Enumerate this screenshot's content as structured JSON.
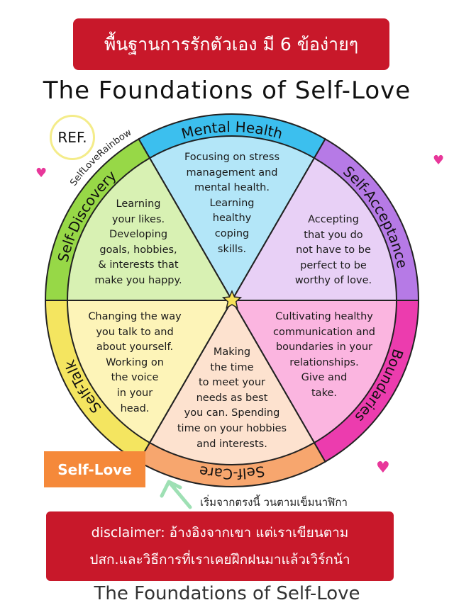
{
  "banner": "พื้นฐานการรักตัวเอง มี 6 ข้อง่ายๆ",
  "title": "The Foundations of Self-Love",
  "ref_label": "REF.",
  "credit": "SelfLoveRainbow",
  "segments": [
    {
      "name": "Mental Health",
      "text": "Focusing on stress\nmanagement and\nmental health.\nLearning\nhealthy\ncoping\nskills.",
      "inner": "#b3e6f8",
      "ring": "#3cbfee"
    },
    {
      "name": "Self-Acceptance",
      "text": "Accepting\nthat you do\nnot have to be\nperfect to be\nworthy of love.",
      "inner": "#e8d0f6",
      "ring": "#b67ae6"
    },
    {
      "name": "Boundaries",
      "text": "Cultivating healthy\ncommunication and\nboundaries in your\nrelationships.\nGive and\ntake.",
      "inner": "#fbb5e0",
      "ring": "#ec3cae"
    },
    {
      "name": "Self-Care",
      "text": "Making\nthe time\nto meet your\nneeds as best\nyou can. Spending\ntime on your hobbies\nand interests.",
      "inner": "#fde2cf",
      "ring": "#f7a66e"
    },
    {
      "name": "Self-Talk",
      "text": "Changing the way\nyou talk to and\nabout yourself.\nWorking on\nthe voice\nin your\nhead.",
      "inner": "#fdf4b8",
      "ring": "#f4e560"
    },
    {
      "name": "Self-Discovery",
      "text": "Learning\nyour likes.\nDeveloping\ngoals, hobbies,\n& interests that\nmake you happy.",
      "inner": "#d8f1b3",
      "ring": "#97d847"
    }
  ],
  "self_love_button": "Self-Love",
  "start_hint": "เริ่มจากตรงนี้ วนตามเข็มนาฬิกา",
  "ghost_title": "The Foundations of Self-Love",
  "disclaimer": {
    "line1": "disclaimer: อ้างอิงจากเขา แต่เราเขียนตาม",
    "line2": "ปสก.และวิธีการที่เราเคยฝึกฝนมาแล้วเวิร์กน้า"
  },
  "colors": {
    "banner": "#c8182a",
    "self_love": "#f5893a",
    "heart": "#e8379a"
  }
}
